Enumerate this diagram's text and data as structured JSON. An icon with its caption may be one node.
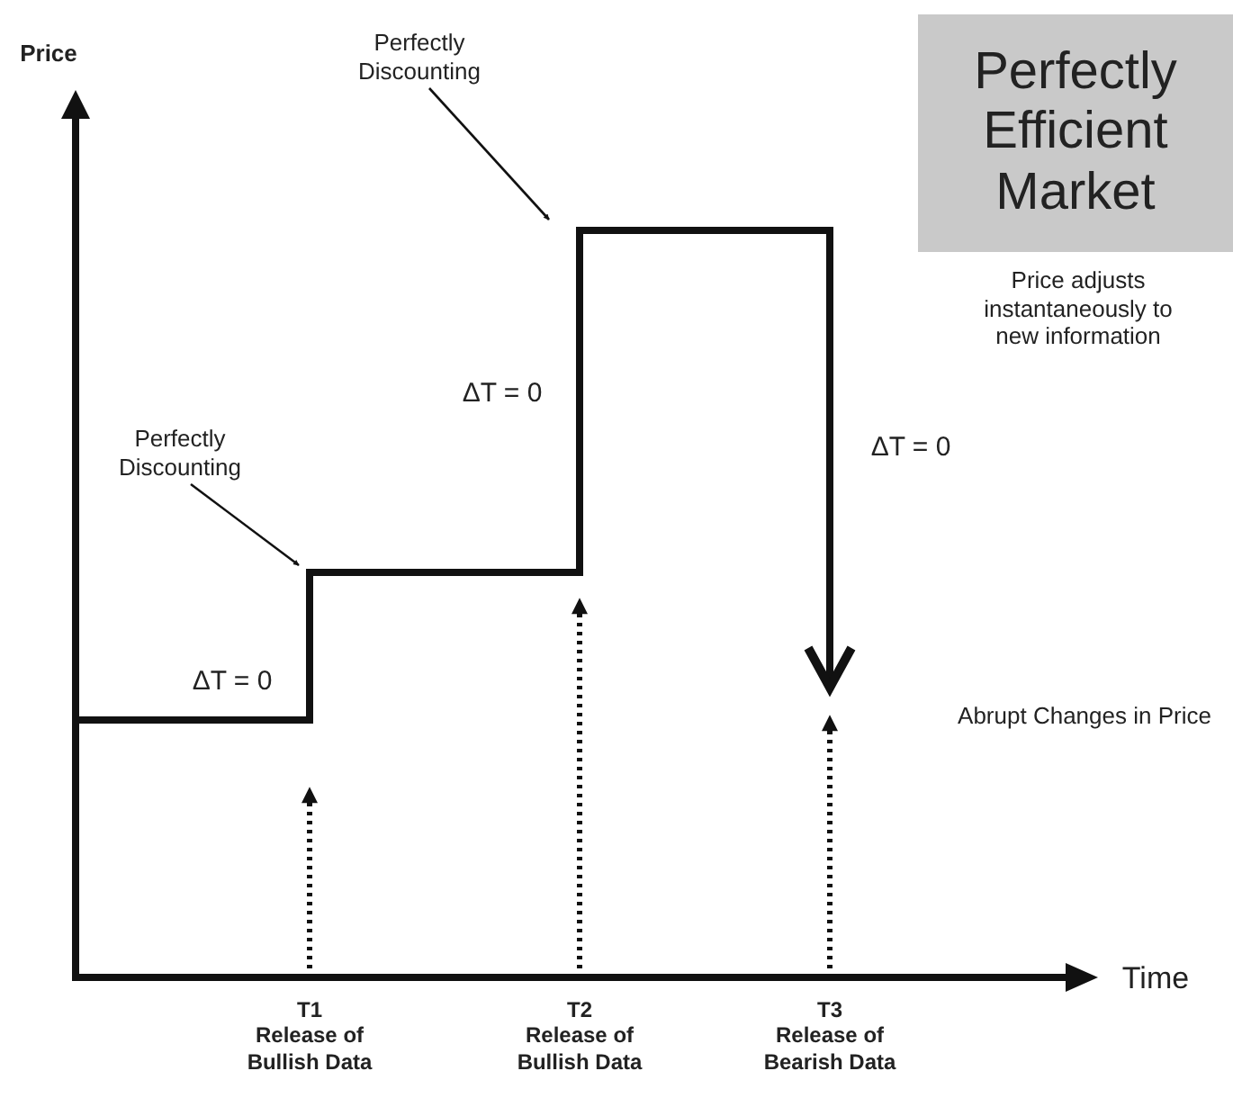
{
  "diagram": {
    "nodes": [
      {
        "text": [
          "Perfectly Efficient Market"
        ],
        "beside": [
          "Price adjusts instantaneously to new information"
        ]
      },
      {
        "text": [
          "Perfectly Discounting"
        ]
      },
      {
        "text": [
          "Perfectly Discounting"
        ]
      },
      {
        "text": [
          "T1",
          "Release of Bullish Data"
        ]
      },
      {
        "text": [
          "T2",
          "Release of Bullish Data"
        ]
      },
      {
        "text": [
          "T3",
          "Release of Bearish Data"
        ]
      }
    ],
    "edges": [
      {
        "from": 1,
        "to": null,
        "arrow": "to"
      },
      {
        "from": 2,
        "to": null,
        "arrow": "to"
      },
      {
        "from": 3,
        "to": null,
        "arrow": "to",
        "style": "dashed"
      },
      {
        "from": 4,
        "to": null,
        "arrow": "to",
        "style": "dashed"
      },
      {
        "from": 5,
        "to": null,
        "arrow": "to",
        "style": "dashed"
      }
    ],
    "labels": [
      "Price",
      "ΔT = 0",
      "ΔT = 0",
      "ΔT = 0",
      "Abrupt Changes in Price",
      "Time"
    ]
  }
}
